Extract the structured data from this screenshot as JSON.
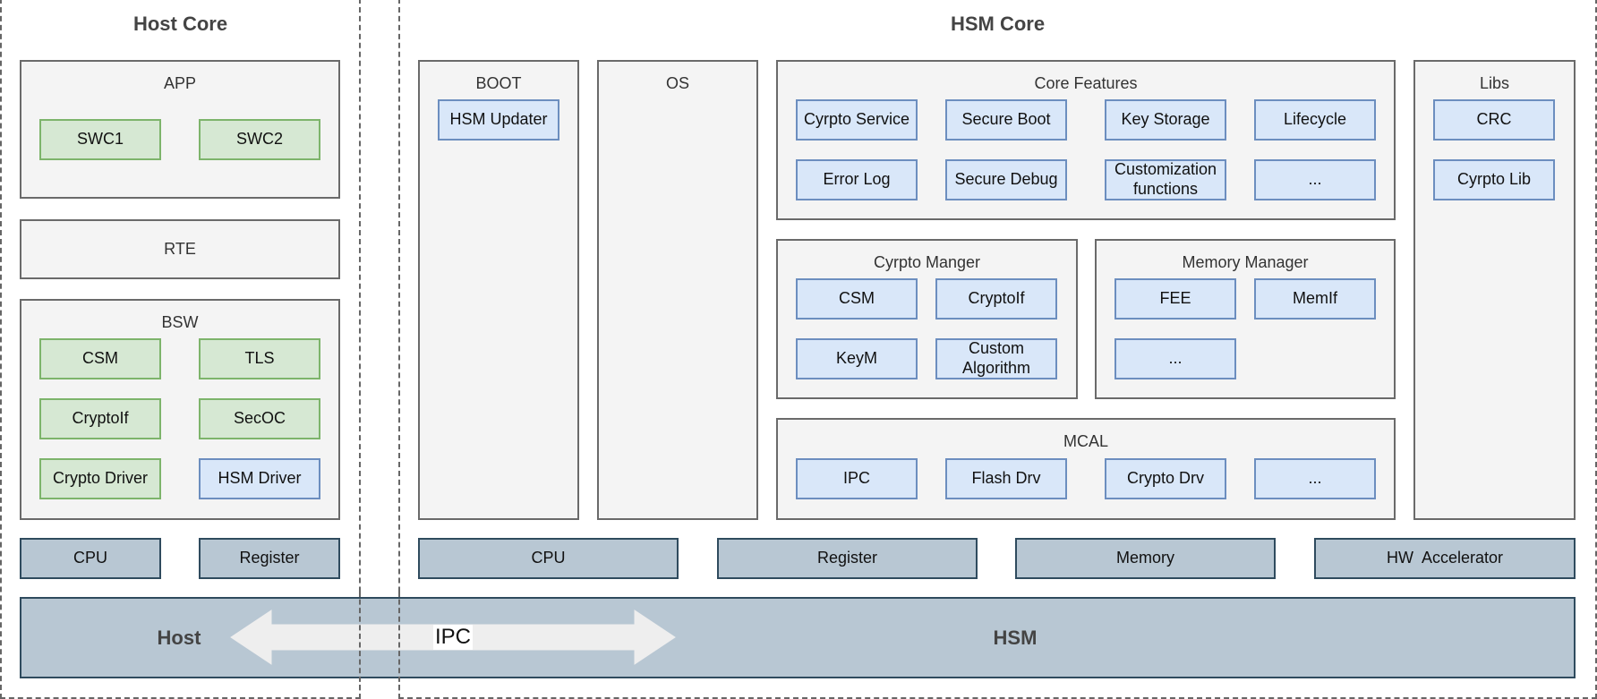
{
  "host_core": {
    "title": "Host Core",
    "app": {
      "title": "APP",
      "items": [
        "SWC1",
        "SWC2"
      ]
    },
    "rte": {
      "title": "RTE"
    },
    "bsw": {
      "title": "BSW",
      "items": [
        "CSM",
        "TLS",
        "CryptoIf",
        "SecOC",
        "Crypto Driver",
        "HSM Driver"
      ]
    },
    "hardware": [
      "CPU",
      "Register"
    ]
  },
  "hsm_core": {
    "title": "HSM Core",
    "boot": {
      "title": "BOOT",
      "items": [
        "HSM Updater"
      ]
    },
    "os": {
      "title": "OS"
    },
    "core_features": {
      "title": "Core Features",
      "items": [
        "Cyrpto Service",
        "Secure Boot",
        "Key Storage",
        "Lifecycle",
        "Error Log",
        "Secure Debug",
        "Customization functions",
        "..."
      ]
    },
    "crypto_manager": {
      "title": "Cyrpto Manger",
      "items": [
        "CSM",
        "CryptoIf",
        "KeyM",
        "Custom Algorithm"
      ]
    },
    "memory_manager": {
      "title": "Memory Manager",
      "items": [
        "FEE",
        "MemIf",
        "..."
      ]
    },
    "mcal": {
      "title": "MCAL",
      "items": [
        "IPC",
        "Flash Drv",
        "Crypto Drv",
        "..."
      ]
    },
    "libs": {
      "title": "Libs",
      "items": [
        "CRC",
        "Cyrpto Lib"
      ]
    },
    "hardware": [
      "CPU",
      "Register",
      "Memory",
      "HW  Accelerator"
    ]
  },
  "bottom_bar": {
    "host_label": "Host",
    "ipc_label": "IPC",
    "hsm_label": "HSM"
  },
  "colors": {
    "host_component": "#d6e8d3",
    "hsm_component": "#d9e7f9",
    "hardware": "#b8c7d3",
    "group_background": "#f4f4f4"
  }
}
